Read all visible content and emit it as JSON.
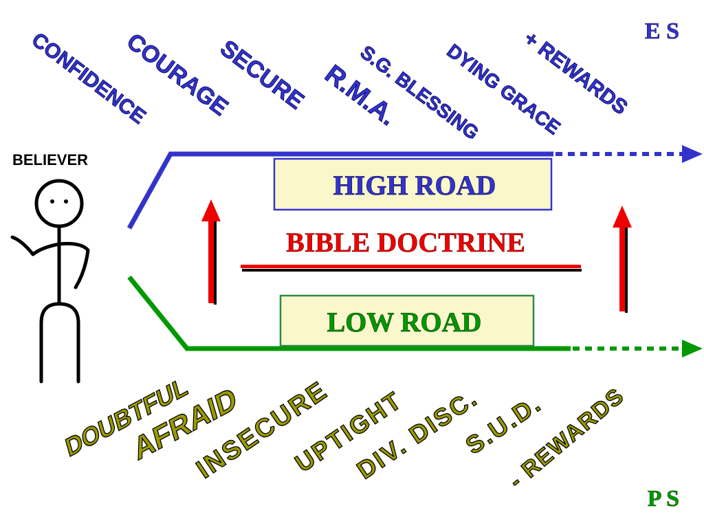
{
  "colors": {
    "high": "#3333cc",
    "low": "#009900",
    "red": "#ee0000",
    "box_fill": "#fbf7cc",
    "black": "#000000"
  },
  "corner": {
    "top_right": "E S",
    "bottom_right": "P S"
  },
  "believer": {
    "label": "BELIEVER",
    "figure": "stick-figure"
  },
  "high_road": {
    "label": "HIGH  ROAD",
    "words": [
      "CONFIDENCE",
      "COURAGE",
      "SECURE",
      "R.M.A.",
      "S.G. BLESSING",
      "DYING GRACE",
      "+ REWARDS"
    ]
  },
  "doctrine": {
    "label": "BIBLE  DOCTRINE"
  },
  "low_road": {
    "label": "LOW  ROAD",
    "words": [
      "DOUBTFUL",
      "AFRAID",
      "INSECURE",
      "UPTIGHT",
      "DIV. DISC.",
      "S.U.D.",
      "- REWARDS"
    ]
  }
}
